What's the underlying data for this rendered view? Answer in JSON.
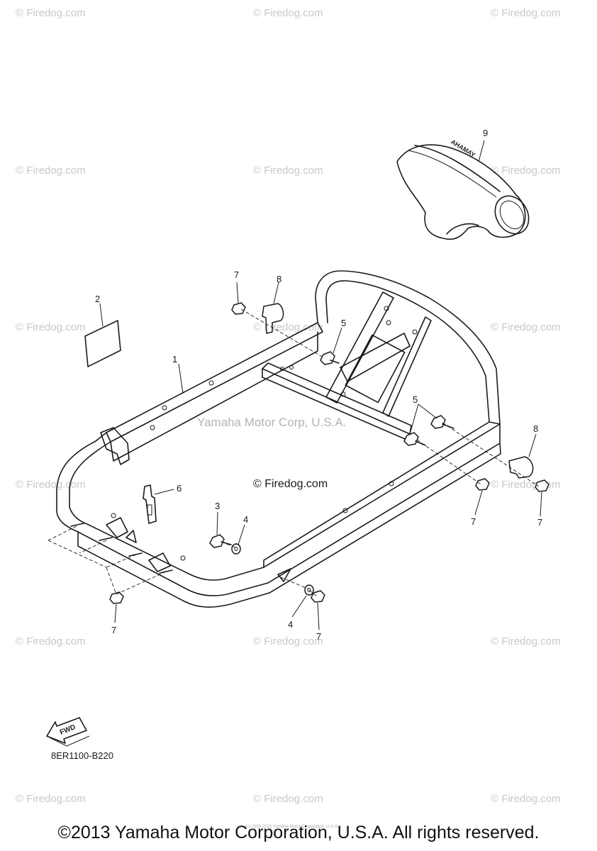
{
  "watermark_text": "© Firedog.com",
  "center_watermark": "Yamaha Motor Corp, U.S.A.",
  "center_label": "© Firedog.com",
  "callouts": {
    "p1": "1",
    "p2": "2",
    "p3": "3",
    "p4a": "4",
    "p4b": "4",
    "p5a": "5",
    "p5b": "5",
    "p6": "6",
    "p7a": "7",
    "p7b": "7",
    "p7c": "7",
    "p7d": "7",
    "p7e": "7",
    "p8a": "8",
    "p8b": "8",
    "p9": "9"
  },
  "fwd_label": "FWD",
  "cover_brand": "YAMAHA",
  "diagram_code": "8ER1100-B220",
  "tiny_copyright": "(c) 2005-2015 Yamaha Motor Corporation, U.S.A.",
  "copyright": "©2013 Yamaha Motor Corporation, U.S.A. All rights reserved."
}
